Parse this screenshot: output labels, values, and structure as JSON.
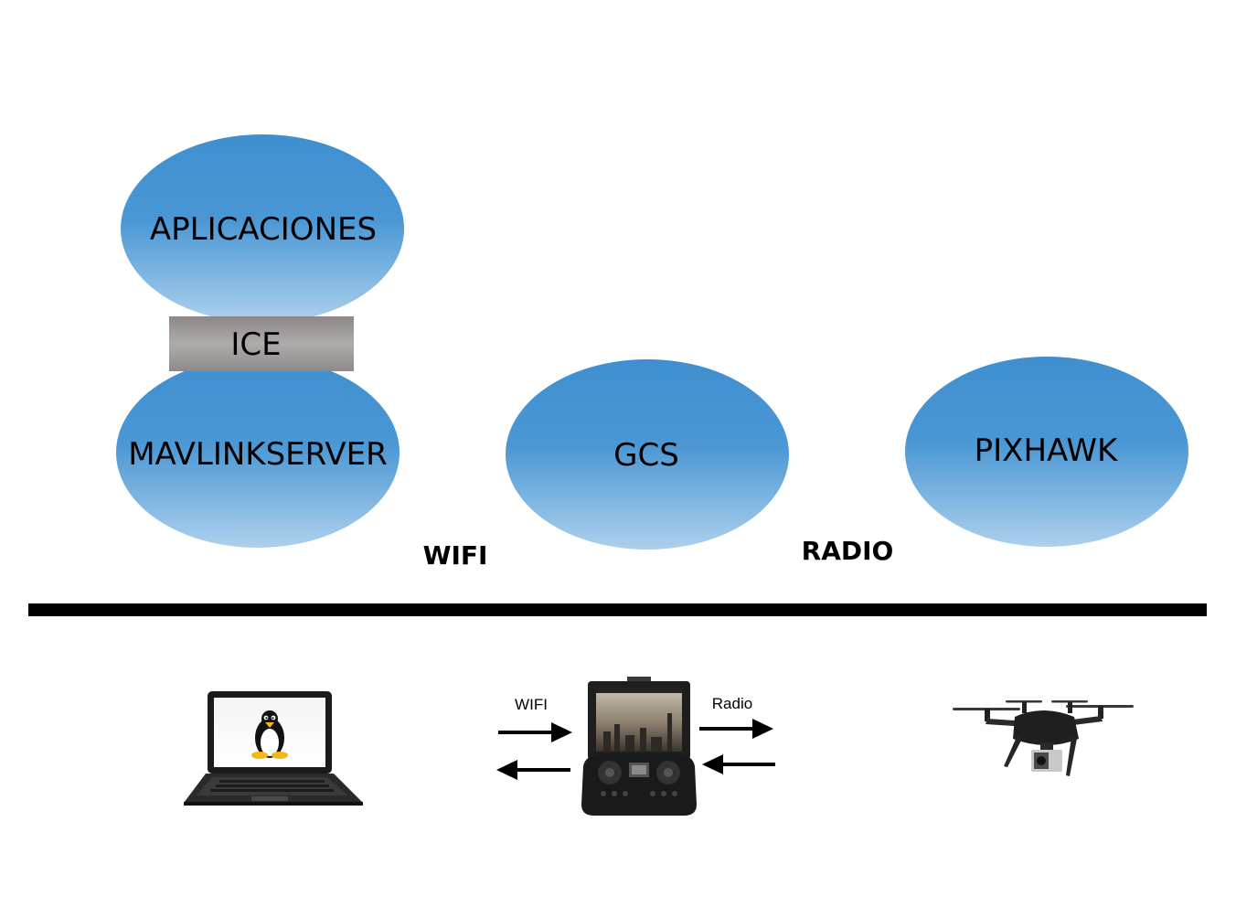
{
  "nodes": {
    "aplicaciones": "APLICACIONES",
    "ice": "ICE",
    "mavlinkserver": "MAVLINKSERVER",
    "gcs": "GCS",
    "pixhawk": "PIXHAWK"
  },
  "links": {
    "wifi": "WIFI",
    "radio": "RADIO"
  },
  "devices": {
    "laptop": "laptop-icon",
    "controller": "controller-icon",
    "drone": "drone-icon",
    "wifi_label": "WIFI",
    "radio_label": "Radio"
  },
  "colors": {
    "ellipse_top": "#3f8fd0",
    "ellipse_bottom": "#a8cceb",
    "ice_box": "#9a9494",
    "divider": "#000000"
  }
}
